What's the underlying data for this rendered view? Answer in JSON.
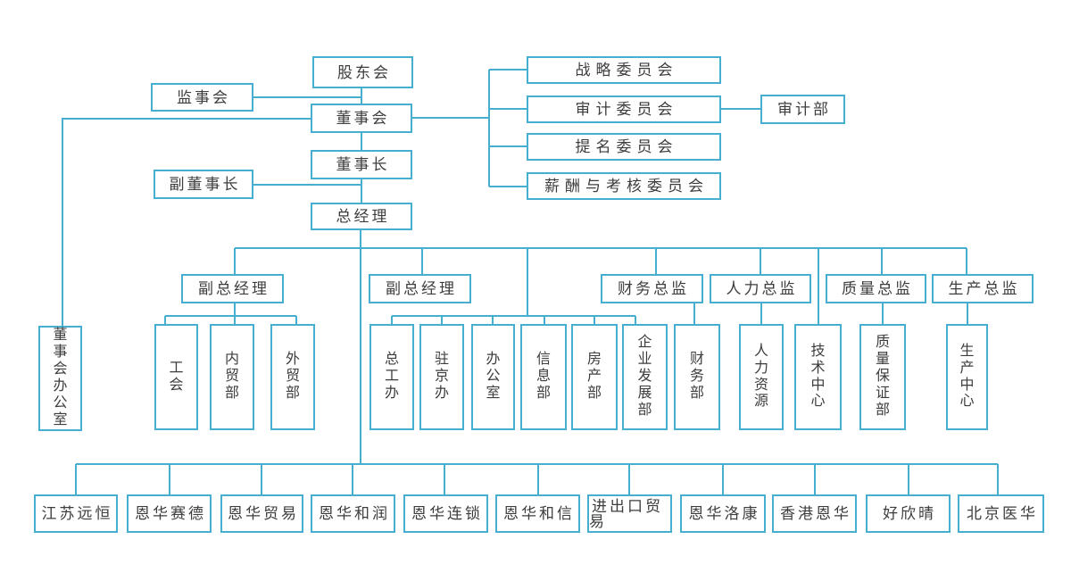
{
  "colors": {
    "line": "#46afd0",
    "text": "#3d3d3d",
    "background": "#ffffff"
  },
  "chart_title": "",
  "nodes": [
    {
      "id": "shareholders",
      "group": "governance",
      "label": "股东会"
    },
    {
      "id": "supervisory_board",
      "group": "governance",
      "label": "监事会"
    },
    {
      "id": "board_of_directors",
      "group": "governance",
      "label": "董事会"
    },
    {
      "id": "chairman",
      "group": "governance",
      "label": "董事长"
    },
    {
      "id": "vice_chairman",
      "group": "governance",
      "label": "副董事长"
    },
    {
      "id": "general_manager",
      "group": "governance",
      "label": "总经理"
    },
    {
      "id": "strategy_committee",
      "group": "committees",
      "label": "战略委员会"
    },
    {
      "id": "audit_committee",
      "group": "committees",
      "label": "审计委员会"
    },
    {
      "id": "nomination_committee",
      "group": "committees",
      "label": "提名委员会"
    },
    {
      "id": "remuneration_committee",
      "group": "committees",
      "label": "薪酬与考核委员会"
    },
    {
      "id": "audit_department",
      "group": "committees",
      "label": "审计部"
    },
    {
      "id": "deputy_gm_1",
      "group": "executives",
      "label": "副总经理"
    },
    {
      "id": "deputy_gm_2",
      "group": "executives",
      "label": "副总经理"
    },
    {
      "id": "finance_director",
      "group": "executives",
      "label": "财务总监"
    },
    {
      "id": "hr_director",
      "group": "executives",
      "label": "人力总监"
    },
    {
      "id": "quality_director",
      "group": "executives",
      "label": "质量总监"
    },
    {
      "id": "production_director",
      "group": "executives",
      "label": "生产总监"
    },
    {
      "id": "board_office",
      "group": "departments",
      "label": "董事会办公室"
    },
    {
      "id": "labor_union",
      "group": "departments",
      "label": "工会"
    },
    {
      "id": "domestic_trade_dept",
      "group": "departments",
      "label": "内贸部"
    },
    {
      "id": "foreign_trade_dept",
      "group": "departments",
      "label": "外贸部"
    },
    {
      "id": "chief_engineer_office",
      "group": "departments",
      "label": "总工办"
    },
    {
      "id": "beijing_office",
      "group": "departments",
      "label": "驻京办"
    },
    {
      "id": "general_office",
      "group": "departments",
      "label": "办公室"
    },
    {
      "id": "information_dept",
      "group": "departments",
      "label": "信息部"
    },
    {
      "id": "real_estate_dept",
      "group": "departments",
      "label": "房产部"
    },
    {
      "id": "enterprise_dev_dept",
      "group": "departments",
      "label": "企业发展部"
    },
    {
      "id": "finance_dept",
      "group": "departments",
      "label": "财务部"
    },
    {
      "id": "human_resources",
      "group": "departments",
      "label": "人力资源"
    },
    {
      "id": "technology_center",
      "group": "departments",
      "label": "技术中心"
    },
    {
      "id": "quality_assurance_dept",
      "group": "departments",
      "label": "质量保证部"
    },
    {
      "id": "production_center",
      "group": "departments",
      "label": "生产中心"
    },
    {
      "id": "jiangsu_yuanheng",
      "group": "subsidiaries",
      "label": "江苏远恒"
    },
    {
      "id": "enhua_saide",
      "group": "subsidiaries",
      "label": "恩华赛德"
    },
    {
      "id": "enhua_trading",
      "group": "subsidiaries",
      "label": "恩华贸易"
    },
    {
      "id": "enhua_herun",
      "group": "subsidiaries",
      "label": "恩华和润"
    },
    {
      "id": "enhua_liansuo",
      "group": "subsidiaries",
      "label": "恩华连锁"
    },
    {
      "id": "enhua_hexin",
      "group": "subsidiaries",
      "label": "恩华和信"
    },
    {
      "id": "import_export_trading",
      "group": "subsidiaries",
      "label": "进出口贸易"
    },
    {
      "id": "enhua_luokang",
      "group": "subsidiaries",
      "label": "恩华洛康"
    },
    {
      "id": "hongkong_enhua",
      "group": "subsidiaries",
      "label": "香港恩华"
    },
    {
      "id": "haoxinqing",
      "group": "subsidiaries",
      "label": "好欣晴"
    },
    {
      "id": "beijing_yihua",
      "group": "subsidiaries",
      "label": "北京医华"
    }
  ]
}
